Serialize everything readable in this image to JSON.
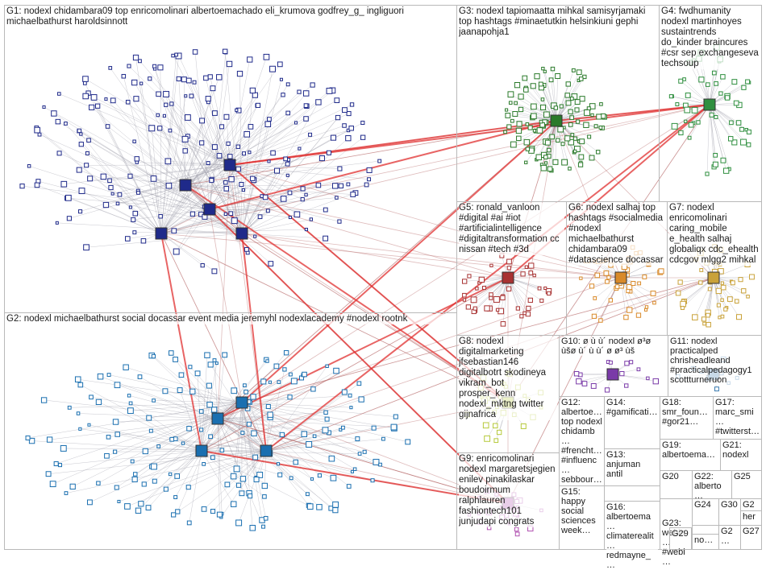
{
  "groups": [
    {
      "id": "g1",
      "label": "G1: nodexl chidambara09 top enricomolinari albertoemachado eli_krumova godfrey_g_ ingliguori michaelbathurst haroldsinnott",
      "color": "#1f2a8a"
    },
    {
      "id": "g2",
      "label": "G2: nodexl michaelbathurst social docassar event media jeremyhl nodexlacademy #nodexl rootnk",
      "color": "#1a6fb0"
    },
    {
      "id": "g3",
      "label": "G3: nodexl tapiomaatta mihkal samisyrjamaki top hashtags #minaetutkin helsinkiuni gephi jaanapohja1",
      "color": "#2a7a2a"
    },
    {
      "id": "g4",
      "label": "G4: fwdhumanity nodexl martinhoyes sustaintrends do_kinder braincures #csr sep exchangeseva techsoup",
      "color": "#2f8f3f"
    },
    {
      "id": "g5",
      "label": "G5: ronald_vanloon #digital #ai #iot #artificialintelligence #digitaltransformation cc nissan #tech #3d",
      "color": "#a83232"
    },
    {
      "id": "g6",
      "label": "G6: nodexl salhaj top hashtags #socialmedia #nodexl michaelbathurst chidambara09 #datascience docassar",
      "color": "#d98a2a"
    },
    {
      "id": "g7",
      "label": "G7: nodexl enricomolinari caring_mobile e_health salhaj globaliqx cdc_ehealth cdcgov mlgg2 mihkal",
      "color": "#c9a23a"
    },
    {
      "id": "g8",
      "label": "G8: nodexl digitalmarketing jfsebastian146 digitalbotrt skodineya vikram_bot prosper_kenn nodexl_mktng twitter gijnafrica",
      "color": "#b6c93a"
    },
    {
      "id": "g9",
      "label": "G9: enricomolinari nodexl margaretsjegien enilev pinakilaskar boudoirmum ralphlauren fashiontech101 junjudapi congrats",
      "color": "#b04fb0"
    },
    {
      "id": "g10",
      "label": "G10: ø ù ù´ nodexl ø³ø ùšø ù´ ù ù´ ø ø³ ùš",
      "color": "#7a3aa8"
    },
    {
      "id": "g11",
      "label": "G11: nodexl practicalped chrisheadleand #practicalpedagogy1 scottturneruon",
      "color": "#3a7ab0"
    },
    {
      "id": "g12",
      "label": "G12: albertoe… top nodexl chidamb… #frencht… #influenc… sebbour…",
      "color": "#4a4ac9"
    },
    {
      "id": "g13",
      "label": "G13: anjuman antil",
      "color": "#2f8fa0"
    },
    {
      "id": "g14",
      "label": "G14: #gamificati…",
      "color": "#a03a6a"
    },
    {
      "id": "g15",
      "label": "G15: happy social sciences week…",
      "color": "#8a6a2a"
    },
    {
      "id": "g16",
      "label": "G16: albertoema… climaterealit… redmayne_…",
      "color": "#2a7a5a"
    },
    {
      "id": "g17",
      "label": "G17: marc_smi… #twitterst…",
      "color": "#5a5a5a"
    },
    {
      "id": "g18",
      "label": "G18: smr_foun… #gor21…",
      "color": "#3a5aa8"
    },
    {
      "id": "g19",
      "label": "G19: albertoema…",
      "color": "#7a7a2a"
    },
    {
      "id": "g20",
      "label": "G20",
      "color": "#3a3a8a"
    },
    {
      "id": "g21",
      "label": "G21: nodexl",
      "color": "#2a6a2a"
    },
    {
      "id": "g22",
      "label": "G22: alberto…",
      "color": "#6a2a6a"
    },
    {
      "id": "g23",
      "label": "G23: webin… #webi…",
      "color": "#2a5a8a"
    },
    {
      "id": "g24",
      "label": "G24",
      "color": "#6a6a6a"
    },
    {
      "id": "g25",
      "label": "G25",
      "color": "#3a3a3a"
    },
    {
      "id": "g26",
      "label": "G2…",
      "color": "#8a3a3a"
    },
    {
      "id": "g27",
      "label": "G27",
      "color": "#3a8a3a"
    },
    {
      "id": "g28",
      "label": "G2…",
      "color": "#5a3a8a"
    },
    {
      "id": "g29",
      "label": "G29",
      "color": "#3a3a3a"
    },
    {
      "id": "g30",
      "label": "G30",
      "color": "#6a3a2a"
    },
    {
      "id": "g31",
      "label": "her…",
      "color": "#2a2a6a"
    },
    {
      "id": "g32",
      "label": "no…",
      "color": "#4a4a4a"
    }
  ],
  "colors": {
    "edge_light": "#9a9aa8",
    "edge_strong": "#e03030",
    "edge_medium": "#b86a6a",
    "panel_border": "#b9b9b9",
    "background": "#ffffff"
  }
}
